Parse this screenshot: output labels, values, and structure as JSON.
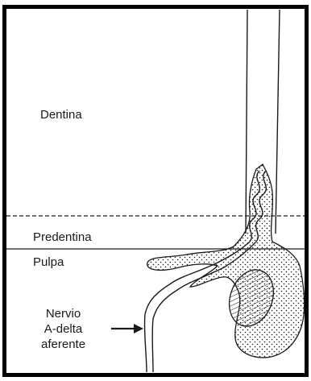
{
  "labels": {
    "dentin": "Dentina",
    "predentin": "Predentina",
    "pulp": "Pulpa",
    "nerve_line1": "Nervio",
    "nerve_line2": "A-delta",
    "nerve_line3": "aferente"
  },
  "colors": {
    "ink": "#1a1a1a",
    "frame": "#000000",
    "background": "#ffffff"
  }
}
